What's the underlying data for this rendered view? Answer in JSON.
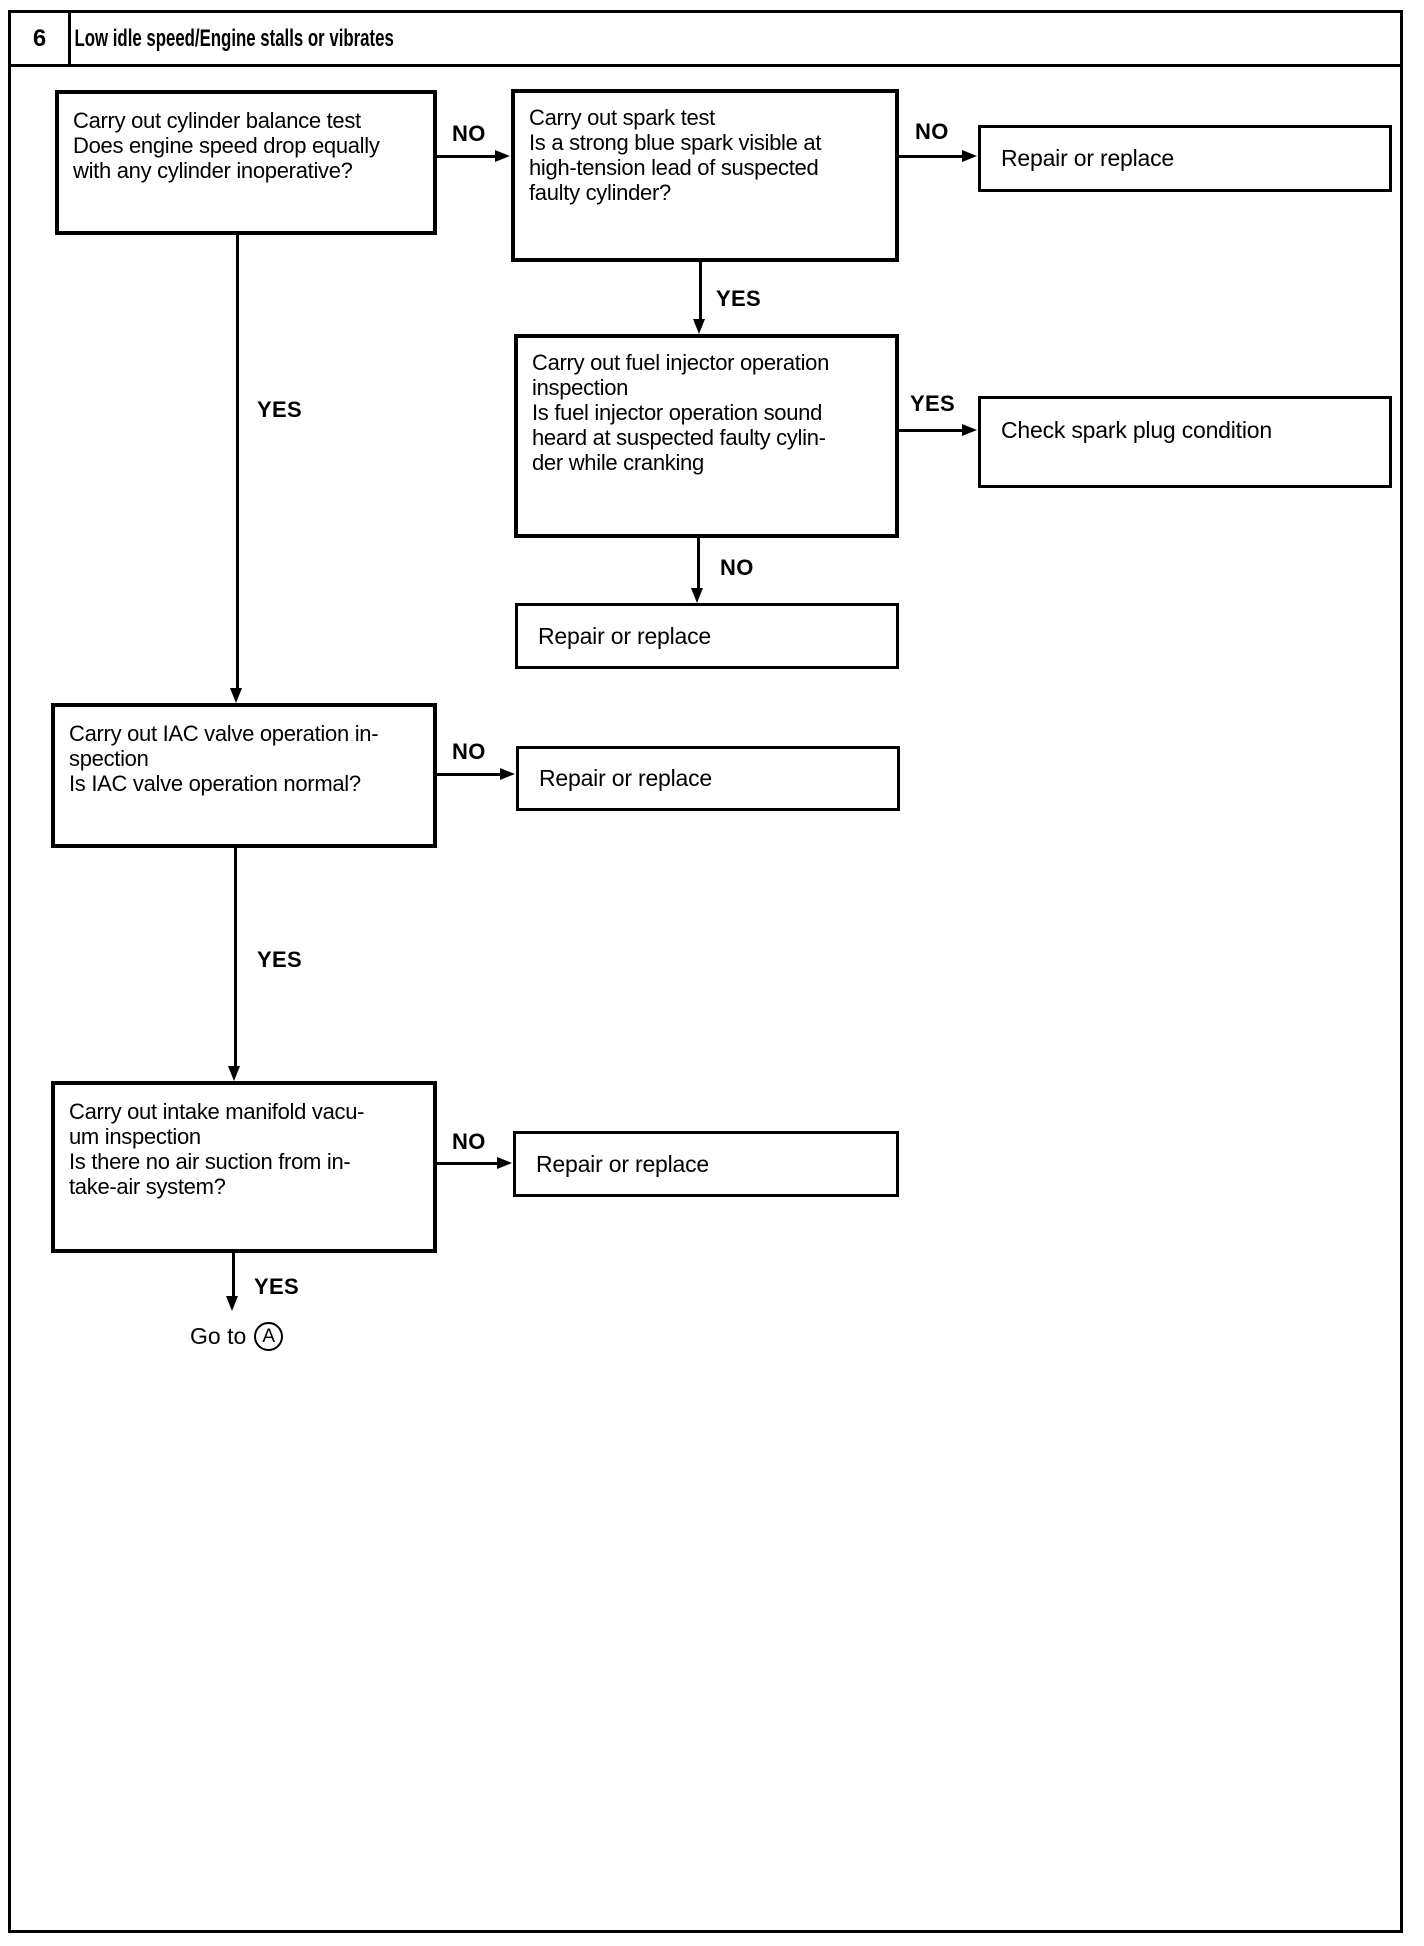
{
  "page": {
    "number": "6",
    "title": "Low idle speed/Engine stalls or vibrates"
  },
  "labels": {
    "yes": "YES",
    "no": "NO"
  },
  "goto": {
    "prefix": "Go to",
    "ref": "A"
  },
  "boxes": {
    "cylinder_balance": {
      "lines": [
        "Carry out cylinder balance test",
        "Does engine speed drop equally",
        "with any cylinder inoperative?"
      ]
    },
    "spark_test": {
      "lines": [
        "Carry out spark test",
        "Is a strong blue spark visible at",
        "high-tension lead of suspected",
        "faulty cylinder?"
      ]
    },
    "repair_after_spark_test": {
      "text": "Repair or replace"
    },
    "fuel_injector": {
      "lines": [
        "Carry out fuel injector operation",
        "inspection",
        "Is fuel injector operation sound",
        "heard at suspected faulty cylin-",
        "der while cranking"
      ]
    },
    "check_spark_plug": {
      "text": "Check spark plug condition"
    },
    "repair_after_fuel_injector": {
      "text": "Repair or replace"
    },
    "iac_valve": {
      "lines": [
        "Carry out IAC valve operation in-",
        "spection",
        "Is IAC valve operation normal?"
      ]
    },
    "repair_after_iac": {
      "text": "Repair or replace"
    },
    "intake_manifold": {
      "lines": [
        "Carry out intake manifold vacu-",
        "um inspection",
        "Is there no air suction from in-",
        "take-air system?"
      ]
    },
    "repair_after_intake": {
      "text": "Repair or replace"
    }
  }
}
